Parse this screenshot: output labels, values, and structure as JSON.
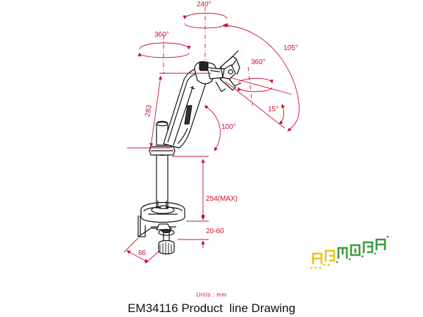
{
  "drawing": {
    "dimensions": {
      "rot_top": "240°",
      "rot_left": "360°",
      "rot_right": "360°",
      "tilt_arc": "105°",
      "tilt_small": "15°",
      "arm_angle": "100°",
      "arm_length": "283",
      "pole_height": "254(MAX)",
      "desk_thickness": "20-60",
      "clamp_depth": "86"
    },
    "units_label": "Untis : mm",
    "title": "EM34116 Product  line Drawing"
  },
  "colors": {
    "dimension": "#c8102e",
    "linework": "#111111",
    "logo_yellow": "#e8c21c",
    "logo_green": "#3a9a3a"
  }
}
